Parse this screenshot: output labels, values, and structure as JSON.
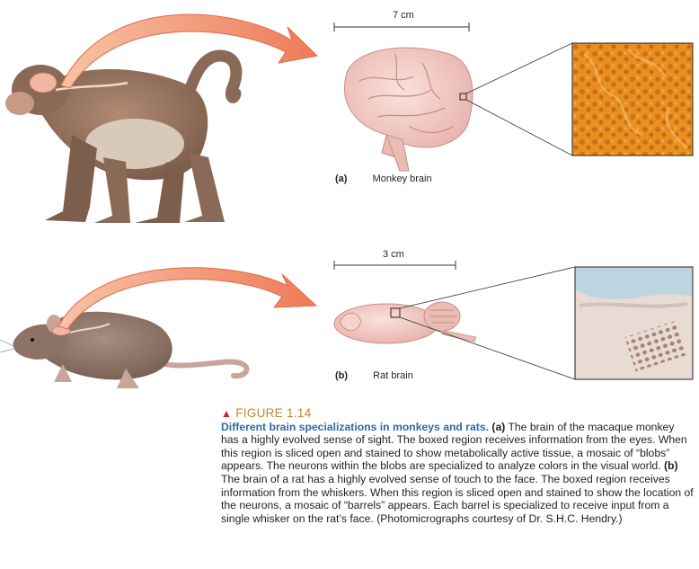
{
  "figure": {
    "number": "FIGURE 1.14",
    "title": "Different brain specializations in monkeys and rats.",
    "caption_parts": [
      {
        "bold": true,
        "text": "(a)"
      },
      {
        "bold": false,
        "text": " The brain of the macaque monkey has a highly evolved sense of sight. The boxed region receives information from the eyes. When this region is sliced open and stained to show metabolically active tissue, a mosaic of “blobs” appears. The neurons within the blobs are specialized to analyze colors in the visual world. "
      },
      {
        "bold": true,
        "text": "(b)"
      },
      {
        "bold": false,
        "text": " The brain of a rat has a highly evolved sense of touch to the face. The boxed region receives information from the whiskers. When this region is sliced open and stained to show the location of the neurons, a mosaic of “barrels” appears. Each barrel is specialized to receive input from a single whisker on the rat’s face. (Photomicrographs courtesy of Dr. S.H.C. Hendry.)"
      }
    ]
  },
  "panels": {
    "a": {
      "letter": "(a)",
      "label": "Monkey brain",
      "scale": "7 cm"
    },
    "b": {
      "letter": "(b)",
      "label": "Rat brain",
      "scale": "3 cm"
    }
  },
  "colors": {
    "arrow": "#ef8a6a",
    "title_blue": "#2e6aa8",
    "figure_orange": "#c8832a",
    "triangle_red": "#d2232a"
  }
}
